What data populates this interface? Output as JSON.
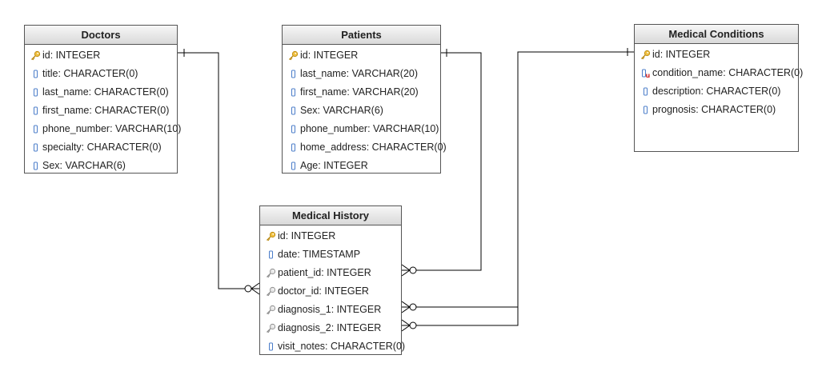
{
  "entities": {
    "doctors": {
      "title": "Doctors",
      "fields": [
        {
          "label": "id: INTEGER",
          "icon": "key-icon"
        },
        {
          "label": "title: CHARACTER(0)",
          "icon": "field-icon"
        },
        {
          "label": "last_name: CHARACTER(0)",
          "icon": "field-icon"
        },
        {
          "label": "first_name: CHARACTER(0)",
          "icon": "field-icon"
        },
        {
          "label": "phone_number: VARCHAR(10)",
          "icon": "field-icon"
        },
        {
          "label": "specialty: CHARACTER(0)",
          "icon": "field-icon"
        },
        {
          "label": "Sex: VARCHAR(6)",
          "icon": "field-icon"
        }
      ]
    },
    "patients": {
      "title": "Patients",
      "fields": [
        {
          "label": "id: INTEGER",
          "icon": "key-icon"
        },
        {
          "label": "last_name: VARCHAR(20)",
          "icon": "field-icon"
        },
        {
          "label": "first_name: VARCHAR(20)",
          "icon": "field-icon"
        },
        {
          "label": "Sex: VARCHAR(6)",
          "icon": "field-icon"
        },
        {
          "label": "phone_number: VARCHAR(10)",
          "icon": "field-icon"
        },
        {
          "label": "home_address: CHARACTER(0)",
          "icon": "field-icon"
        },
        {
          "label": "Age: INTEGER",
          "icon": "field-icon"
        }
      ]
    },
    "conditions": {
      "title": "Medical Conditions",
      "fields": [
        {
          "label": "id: INTEGER",
          "icon": "key-icon"
        },
        {
          "label": "condition_name: CHARACTER(0)",
          "icon": "unique-field-icon"
        },
        {
          "label": "description: CHARACTER(0)",
          "icon": "field-icon"
        },
        {
          "label": "prognosis: CHARACTER(0)",
          "icon": "field-icon"
        }
      ]
    },
    "history": {
      "title": "Medical History",
      "fields": [
        {
          "label": "id: INTEGER",
          "icon": "key-icon"
        },
        {
          "label": "date: TIMESTAMP",
          "icon": "field-icon"
        },
        {
          "label": "patient_id: INTEGER",
          "icon": "foreign-key-icon"
        },
        {
          "label": "doctor_id: INTEGER",
          "icon": "foreign-key-icon"
        },
        {
          "label": "diagnosis_1: INTEGER",
          "icon": "foreign-key-icon"
        },
        {
          "label": "diagnosis_2: INTEGER",
          "icon": "foreign-key-icon"
        },
        {
          "label": "visit_notes: CHARACTER(0)",
          "icon": "field-icon"
        }
      ]
    }
  },
  "relationships": [
    {
      "from": "Doctors.id",
      "to": "Medical History.doctor_id",
      "from_cardinality": "one",
      "to_cardinality": "zero-or-many"
    },
    {
      "from": "Patients.id",
      "to": "Medical History.patient_id",
      "from_cardinality": "one",
      "to_cardinality": "zero-or-many"
    },
    {
      "from": "Medical Conditions.id",
      "to": "Medical History.diagnosis_1",
      "from_cardinality": "one",
      "to_cardinality": "zero-or-many"
    },
    {
      "from": "Medical Conditions.id",
      "to": "Medical History.diagnosis_2",
      "from_cardinality": "one",
      "to_cardinality": "zero-or-many"
    }
  ],
  "colors": {
    "line": "#000000",
    "border": "#555555",
    "key": "#e8b020",
    "field": "#4a7cc9",
    "unique": "#d02020"
  }
}
